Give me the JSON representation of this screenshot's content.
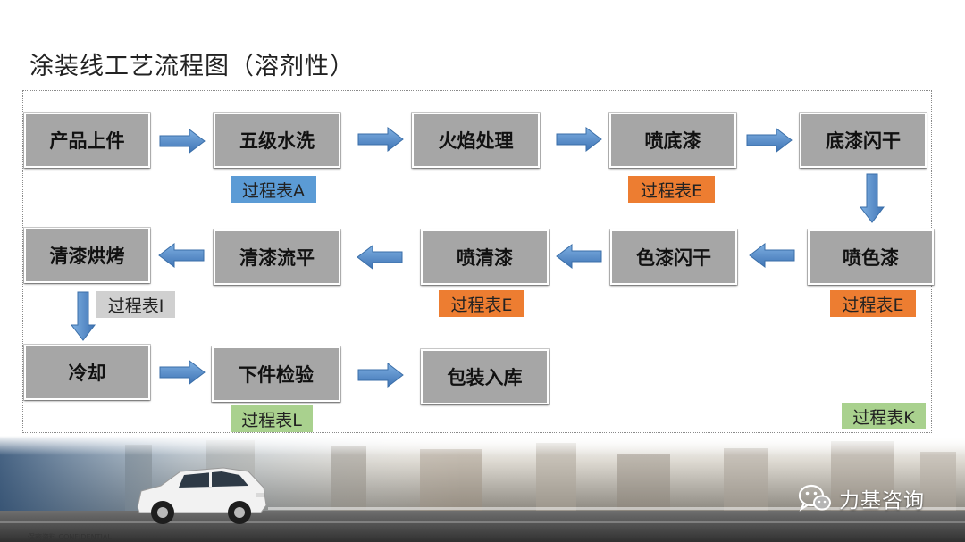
{
  "title": "涂装线工艺流程图（溶剂性）",
  "steps": {
    "s1": "产品上件",
    "s2": "五级水洗",
    "s3": "火焰处理",
    "s4": "喷底漆",
    "s5": "底漆闪干",
    "s6": "喷色漆",
    "s7": "色漆闪干",
    "s8": "喷清漆",
    "s9": "清漆流平",
    "s10": "清漆烘烤",
    "s11": "冷却",
    "s12": "下件检验",
    "s13": "包装入库"
  },
  "tags": {
    "t_a": "过程表A",
    "t_e1": "过程表E",
    "t_e2": "过程表E",
    "t_e3": "过程表E",
    "t_i": "过程表I",
    "t_l": "过程表L",
    "t_k": "过程表K"
  },
  "colors": {
    "box_fill": "#a6a6a6",
    "arrow": "#4f87c7",
    "tag_blue": "#5b9bd5",
    "tag_orange": "#ed7d31",
    "tag_gray": "#d0d0d0",
    "tag_green": "#a9d18e"
  },
  "footer": {
    "confidential": "保密资料 CONFIDENTIAL",
    "brand": "力基咨询",
    "brand_icon": "wechat-icon"
  }
}
